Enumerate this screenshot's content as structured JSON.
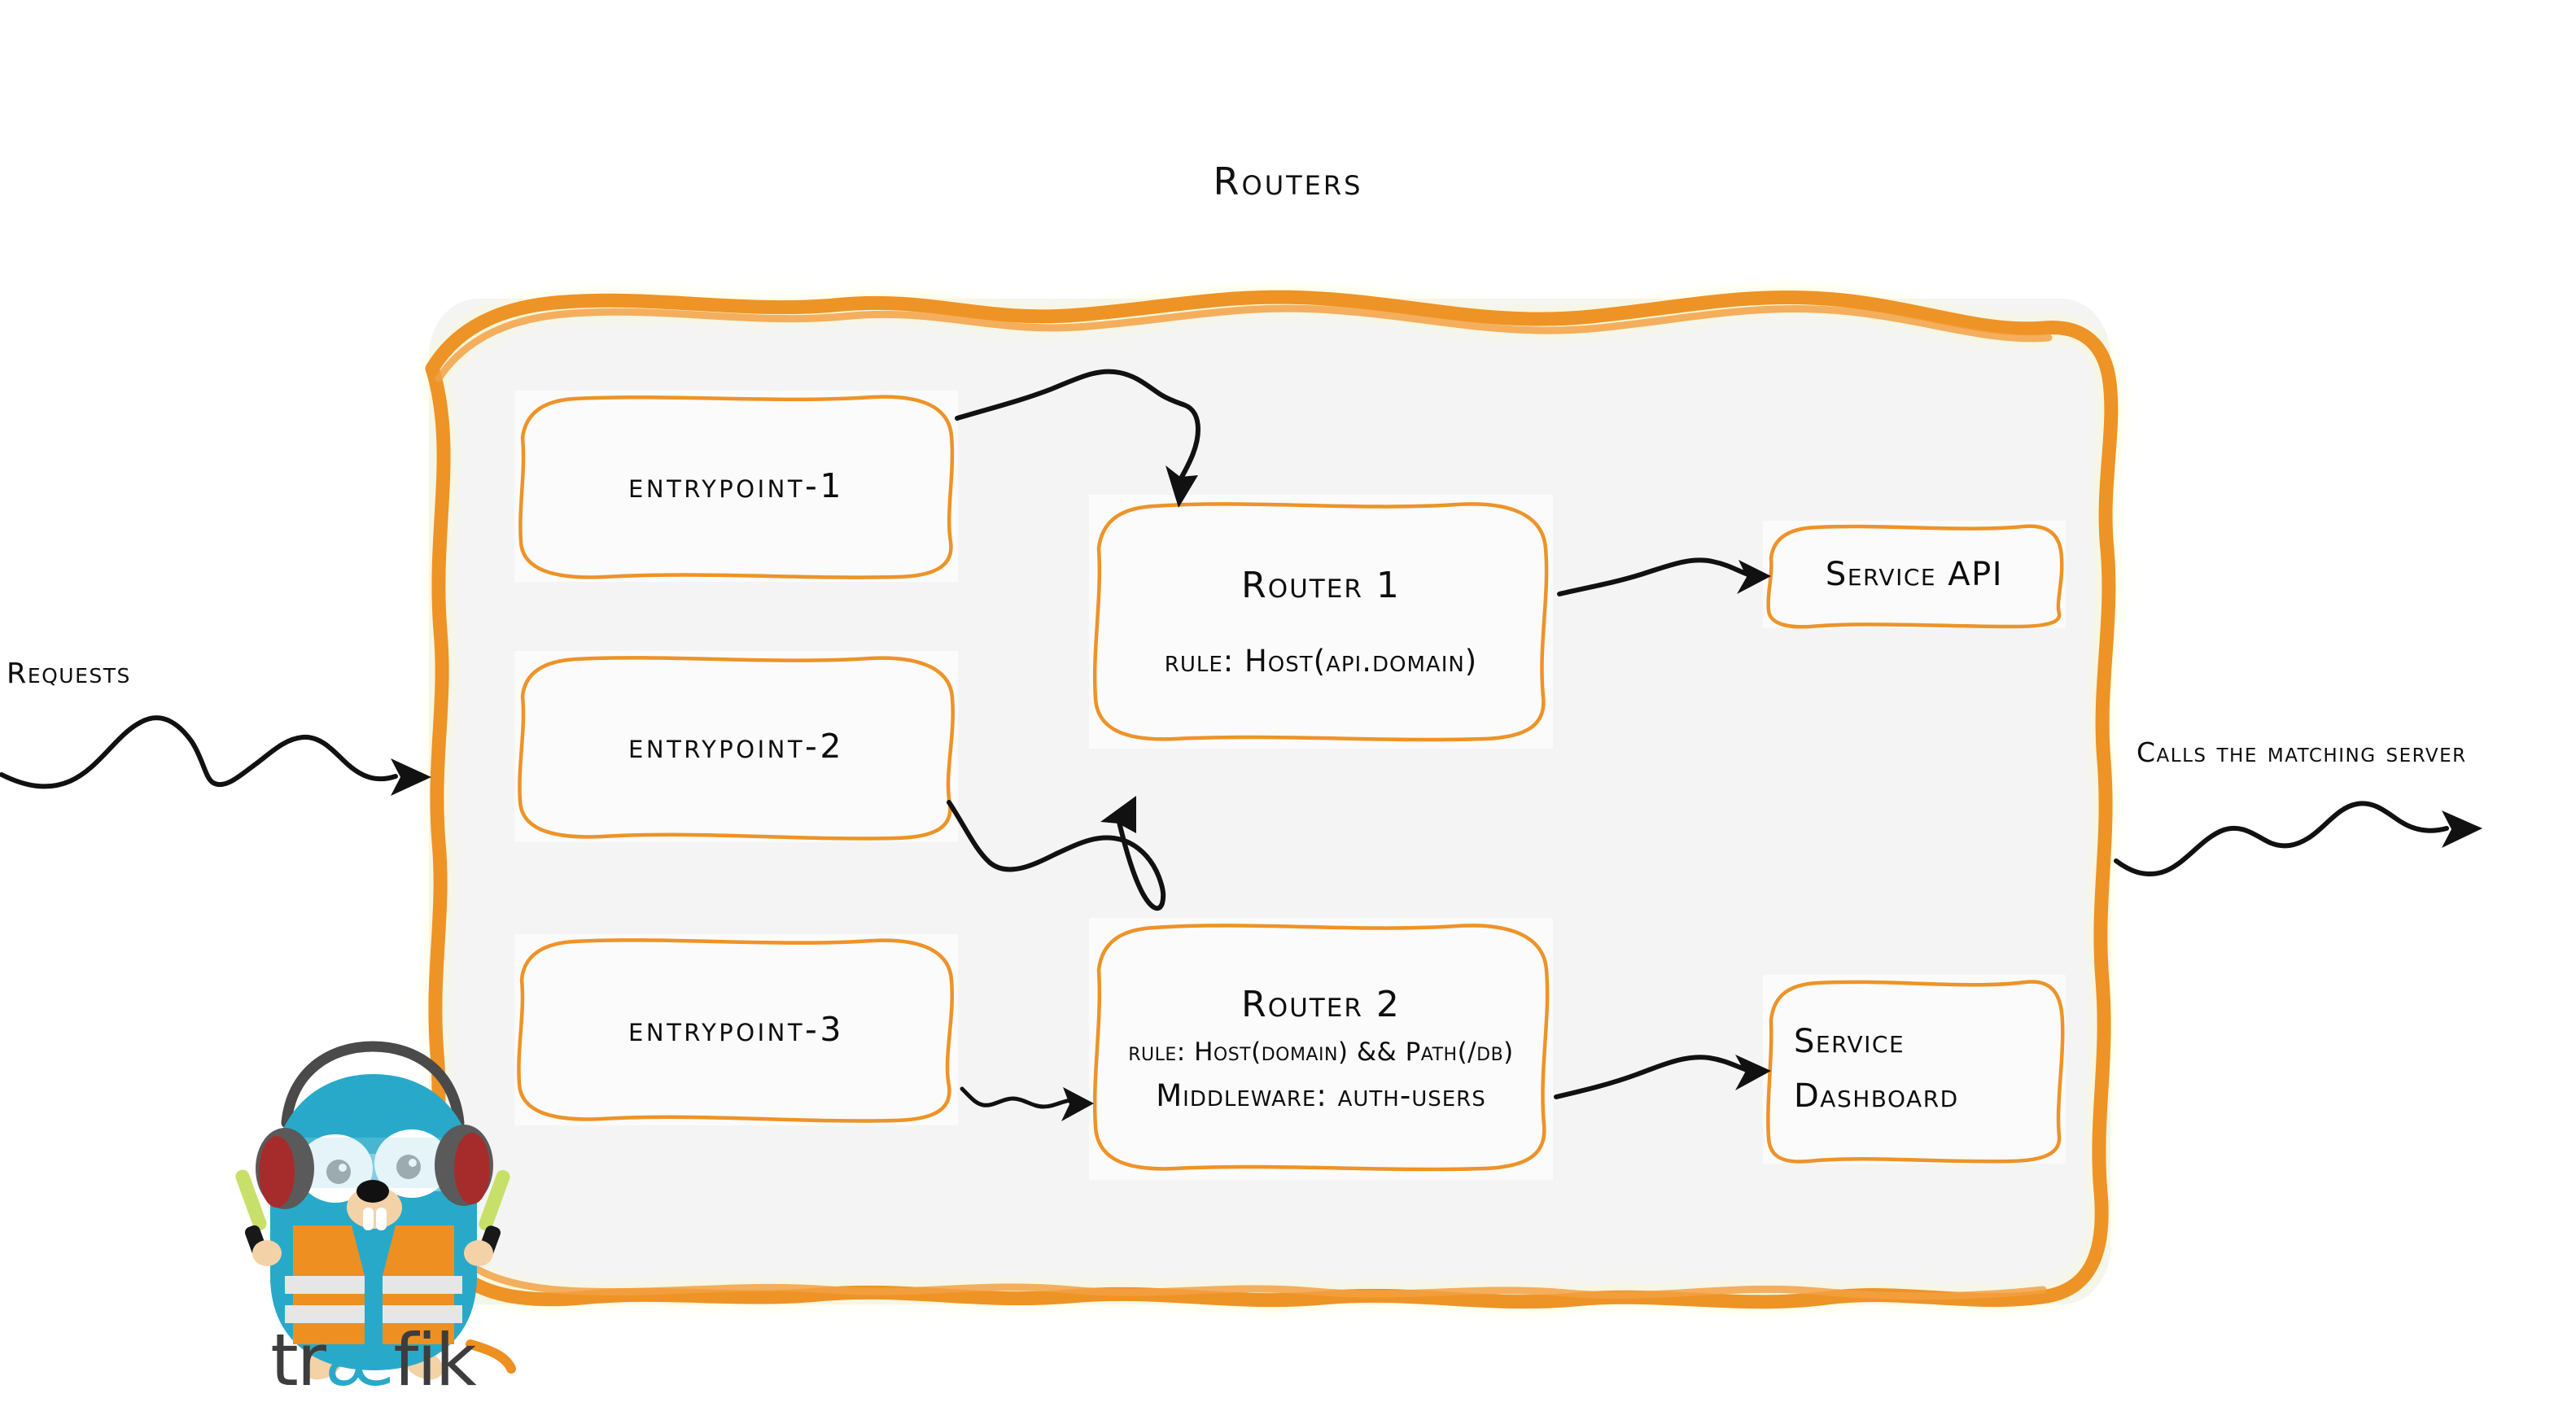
{
  "diagram": {
    "title": "Routers",
    "container_label": "Routers",
    "colors": {
      "brand_orange": "#ee9327",
      "container_fill": "#f4f4f4",
      "node_fill": "#fbfbfb",
      "ink": "#111111",
      "gopher_cyan": "#29a9c9",
      "vest_orange": "#ee8f22",
      "wand_green": "#c6e06a",
      "logo_dark": "#3d3d3d"
    }
  },
  "entrypoints": [
    {
      "id": "entrypoint-1",
      "label": "entrypoint-1"
    },
    {
      "id": "entrypoint-2",
      "label": "entrypoint-2"
    },
    {
      "id": "entrypoint-3",
      "label": "entrypoint-3"
    }
  ],
  "routers": [
    {
      "id": "router-1",
      "title": "Router 1",
      "lines": [
        {
          "key": "rule",
          "text": "rule: Host(api.domain)"
        }
      ]
    },
    {
      "id": "router-2",
      "title": "Router 2",
      "lines": [
        {
          "key": "rule",
          "text": "rule: Host(domain) && Path(/db)"
        },
        {
          "key": "middleware",
          "text": "Middleware: auth-users"
        }
      ]
    }
  ],
  "services": [
    {
      "id": "service-api",
      "label": "Service API",
      "lines": [
        "Service API"
      ]
    },
    {
      "id": "service-dashboard",
      "label": "Service Dashboard",
      "lines": [
        "Service",
        "Dashboard"
      ]
    }
  ],
  "edges": {
    "ingress_label": "Requests",
    "egress_label": "Calls the matching server"
  },
  "logo": {
    "wordmark_prefix": "tr",
    "wordmark_ligature": "æ",
    "wordmark_suffix": "fik",
    "mascot": "traefik-gopher-mascot"
  }
}
